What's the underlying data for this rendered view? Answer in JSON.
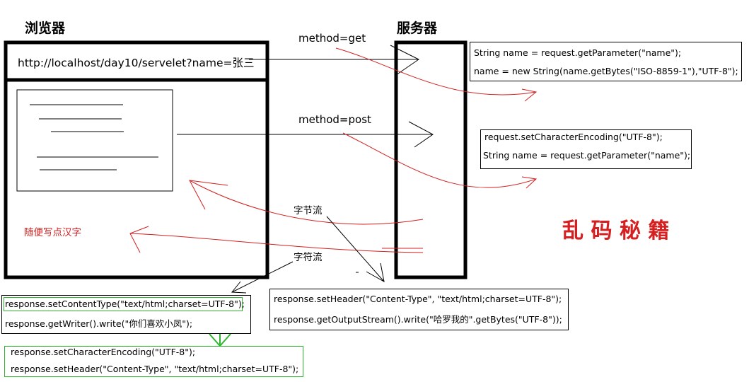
{
  "browser_title": "浏览器",
  "server_title": "服务器",
  "url_text": "http://localhost/day10/servelet?name=张三",
  "get_label": "method=get",
  "post_label": "method=post",
  "byte_stream_label": "字节流",
  "char_stream_label": "字符流",
  "random_chinese_label": "随便写点汉字",
  "garbled_title": "乱 码 秘 籍",
  "get_box": {
    "line1": "String name = request.getParameter(\"name\");",
    "line2": "name = new String(name.getBytes(\"ISO-8859-1\"),\"UTF-8\");"
  },
  "post_box": {
    "line1": "request.setCharacterEncoding(\"UTF-8\");",
    "line2": "String name = request.getParameter(\"name\");"
  },
  "writer_box": {
    "line1": "response.setContentType(\"text/html;charset=UTF-8\");",
    "line2": "response.getWriter().write(\"你们喜欢小凤\");"
  },
  "stream_box": {
    "line1": "response.setHeader(\"Content-Type\", \"text/html;charset=UTF-8\");",
    "line2": "response.getOutputStream().write(\"哈罗我的\".getBytes(\"UTF-8\"));"
  },
  "alt_box": {
    "line1": "response.setCharacterEncoding(\"UTF-8\");",
    "line2": "response.setHeader(\"Content-Type\", \"text/html;charset=UTF-8\");"
  },
  "colors": {
    "red": "#d42020",
    "green": "#2db52d",
    "black": "#000000"
  }
}
